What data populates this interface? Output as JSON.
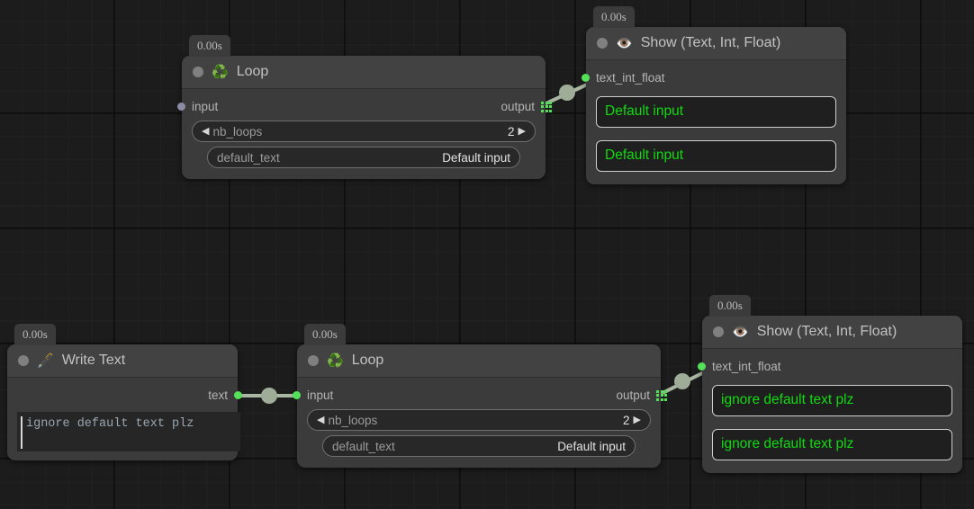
{
  "canvas": {
    "background": "#1c1c1c",
    "grid_minor": 25.6,
    "grid_major": 128
  },
  "colors": {
    "node_body": "#3b3b3b",
    "node_title": "#424242",
    "socket_connected": "#55e05a",
    "socket_unconnected": "#8b8ba6",
    "value_text": "#12d912",
    "wire": "#a9b7a2",
    "label": "#b4b4b4"
  },
  "nodes": [
    {
      "id": "loop-top",
      "timestamp": "0.00s",
      "icon": "recycle-icon",
      "icon_glyph": "♻️",
      "title": "Loop",
      "input_label": "input",
      "input_state": "unconnected",
      "output_label": "output",
      "output_state": "list",
      "fields": [
        {
          "key": "nb_loops",
          "value": "2",
          "stepper": true,
          "arrow_left": "◀",
          "arrow_right": "▶"
        },
        {
          "key": "default_text",
          "value": "Default input",
          "stepper": false
        }
      ]
    },
    {
      "id": "show-top",
      "timestamp": "0.00s",
      "icon": "eye-icon",
      "icon_glyph": "👁️",
      "title": "Show (Text, Int, Float)",
      "input_label": "text_int_float",
      "input_state": "connected",
      "values": [
        "Default input",
        "Default input"
      ]
    },
    {
      "id": "write-text",
      "timestamp": "0.00s",
      "icon": "pen-nib-icon",
      "icon_glyph": "🖋️",
      "title": "Write Text",
      "output_label": "text",
      "output_state": "connected",
      "editor_text": "ignore default text plz"
    },
    {
      "id": "loop-bottom",
      "timestamp": "0.00s",
      "icon": "recycle-icon",
      "icon_glyph": "♻️",
      "title": "Loop",
      "input_label": "input",
      "input_state": "connected",
      "output_label": "output",
      "output_state": "list",
      "fields": [
        {
          "key": "nb_loops",
          "value": "2",
          "stepper": true,
          "arrow_left": "◀",
          "arrow_right": "▶"
        },
        {
          "key": "default_text",
          "value": "Default input",
          "stepper": false
        }
      ]
    },
    {
      "id": "show-bottom",
      "timestamp": "0.00s",
      "icon": "eye-icon",
      "icon_glyph": "👁️",
      "title": "Show (Text, Int, Float)",
      "input_label": "text_int_float",
      "input_state": "connected",
      "values": [
        "ignore default text plz",
        "ignore default text plz"
      ]
    }
  ]
}
